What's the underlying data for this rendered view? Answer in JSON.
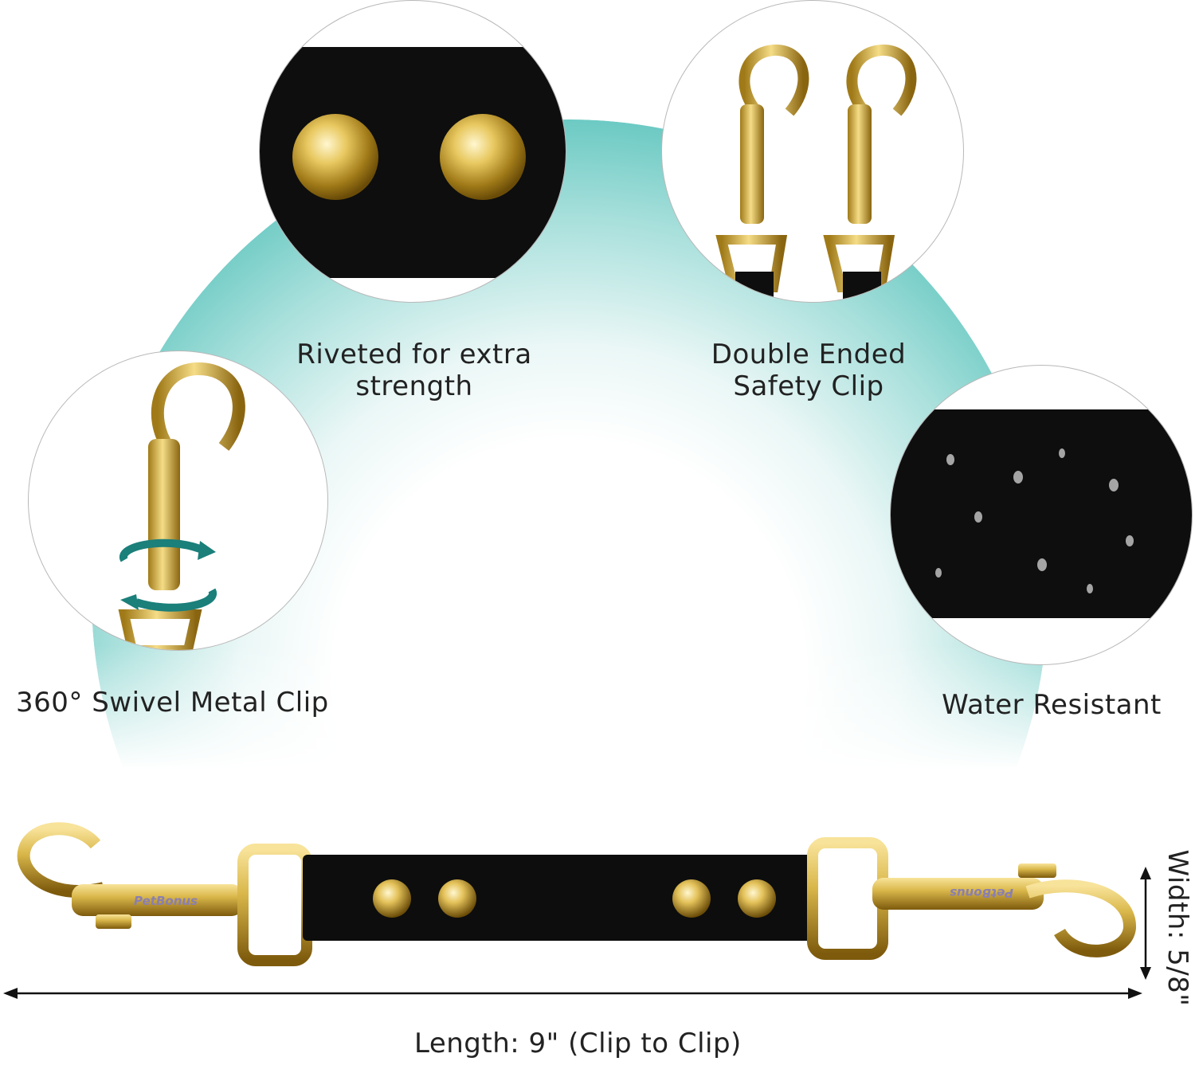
{
  "features": {
    "riveted": {
      "line1": "Riveted for extra",
      "line2": "strength"
    },
    "double": {
      "line1": "Double Ended",
      "line2": "Safety Clip"
    },
    "swivel": {
      "label": "360° Swivel Metal Clip"
    },
    "water": {
      "label": "Water Resistant"
    }
  },
  "brand": "PetBonus",
  "dimensions": {
    "length": "Length: 9\" (Clip to Clip)",
    "width": "Width: 5/8\""
  },
  "colors": {
    "teal": "#5ec4bd",
    "gold": "#d9b74a",
    "strap": "#0d0d0d"
  }
}
